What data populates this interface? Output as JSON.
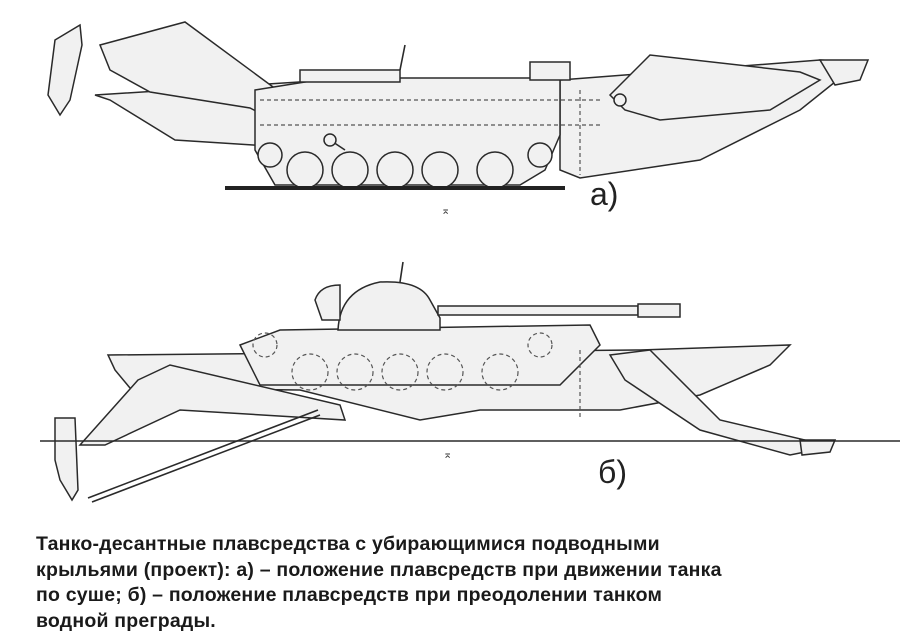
{
  "figure": {
    "label_a": "а)",
    "label_b": "б)"
  },
  "caption": {
    "lines": [
      "Танко-десантные плавсредства с убирающимися подводными",
      "крыльями (проект): а) – положение плавсредств при движении танка",
      "по суше; б) – положение плавсредств при преодолении танком",
      "водной преграды."
    ]
  }
}
